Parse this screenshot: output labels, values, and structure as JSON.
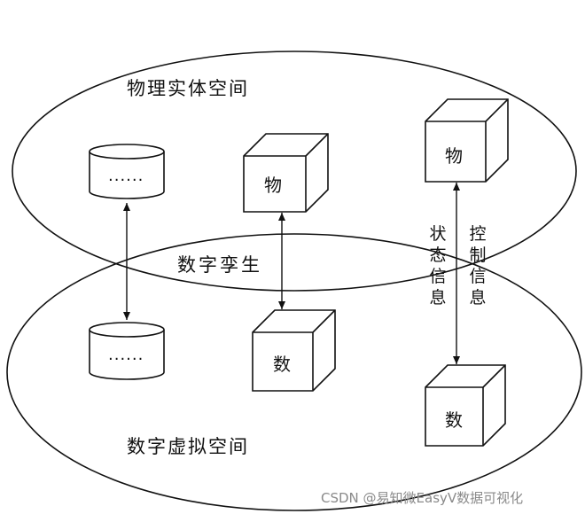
{
  "regions": {
    "physical": "物理实体空间",
    "digital": "数字虚拟空间"
  },
  "twin_label": "数字孪生",
  "cubes": {
    "physical_mid": "物",
    "physical_right": "物",
    "digital_mid": "数",
    "digital_right": "数"
  },
  "databases": {
    "top": "......",
    "bottom": "......"
  },
  "flows": {
    "status": "状态信息",
    "control": "控制信息"
  },
  "watermark": "CSDN @易知微EasyV数据可视化",
  "colors": {
    "stroke": "#111111",
    "watermark": "#8a8a8a"
  }
}
